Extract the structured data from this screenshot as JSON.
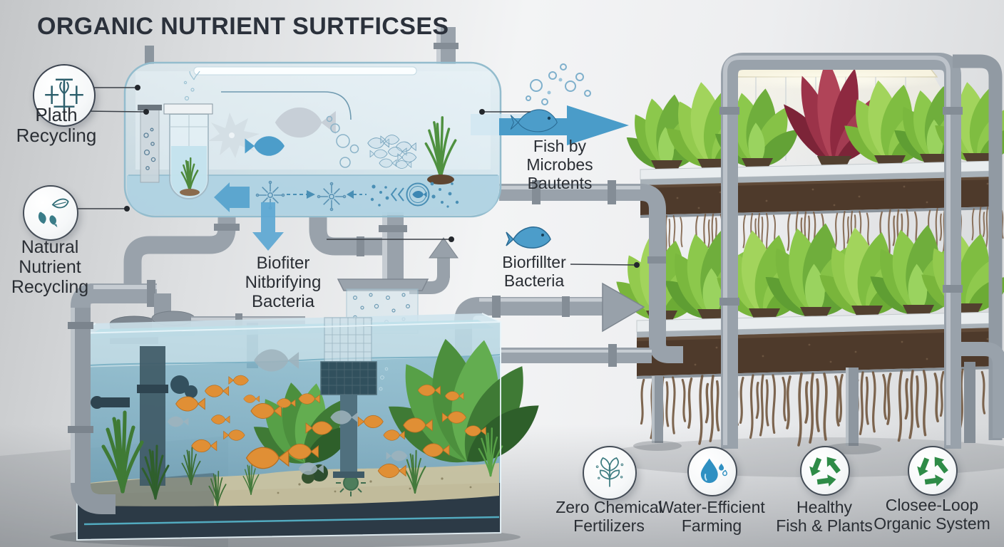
{
  "title": "ORGANIC NUTRIENT SURTFICSES",
  "callouts": {
    "plant_recycling": {
      "label": "Plath\nRecycling",
      "icon": "plant-grid-icon"
    },
    "natural_nutrient": {
      "label": "Natural\nNutrient\nRecycling",
      "icon": "leaf-fish-icon"
    },
    "biofilter_nitrifying": {
      "label": "Biofiter\nNitbrifying\nBacteria"
    },
    "fish_by_microbes": {
      "label": "Fish by\nMicrobes\nBautents"
    },
    "biofilter_bacteria": {
      "label": "Biorfillter\nBacteria"
    }
  },
  "badges": [
    {
      "label": "Zero Chemical\nFertilizers",
      "icon": "leaf-plant-icon",
      "accent": "#3f7d82"
    },
    {
      "label": "Water-Efficient\nFarming",
      "icon": "water-drop-icon",
      "accent": "#2f90c2"
    },
    {
      "label": "Healthy\nFish & Plants",
      "icon": "recycle-icon",
      "accent": "#2e8b47"
    },
    {
      "label": "Closee-Loop\nOrganic System",
      "icon": "recycle-icon",
      "accent": "#2e8b47"
    }
  ],
  "colors": {
    "background": "#e9ebec",
    "title_text": "#2b313b",
    "label_text": "#2a2e34",
    "accent_blue": "#4a9bc8",
    "accent_teal": "#2f6f7a",
    "accent_green": "#2e8b47",
    "pipe_gray": "#9aa3ac",
    "fish_orange": "#e08f35"
  }
}
